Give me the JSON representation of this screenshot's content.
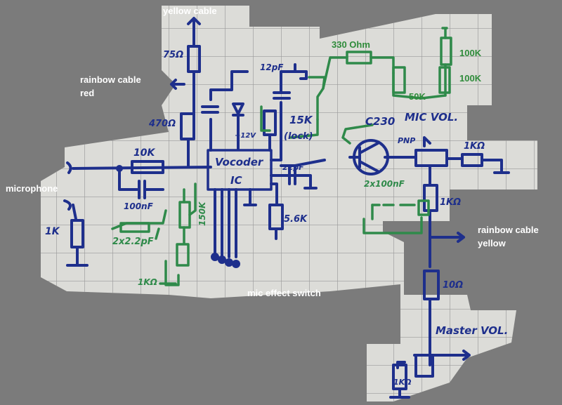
{
  "annotations": {
    "yellow_cable": "yellow cable",
    "rainbow_cable_red_1": "rainbow cable",
    "rainbow_cable_red_2": "red",
    "microphone": "microphone",
    "ohm_330": "330 Ohm",
    "k100_a": "100K",
    "k100_b": "100K",
    "rainbow_cable_yellow_1": "rainbow cable",
    "rainbow_cable_yellow_2": "yellow",
    "mic_effect_switch": "mic effect switch"
  },
  "handwritten": {
    "r_75": "75Ω",
    "r_470": "470Ω",
    "r_10k": "10K",
    "pf_12": "12pF",
    "r_15k": "15K",
    "lock": "(lock)",
    "v_12": "+12V",
    "vocoder_1": "Vocoder",
    "vocoder_2": "IC",
    "pf_22": "22pF",
    "nf_100": "100nF",
    "pf_2x22": "2x2.2pF",
    "r_5k6": "5.6K",
    "r_1k_left": "1K",
    "r_1k_bottom": "1KΩ",
    "r_150k": "150K",
    "c230": "C230",
    "mic_vol": "MIC VOL.",
    "pnp": "PNP",
    "k50": "50K",
    "r_1k_a": "1KΩ",
    "r_1k_b": "1KΩ",
    "nf_2x100": "2x100nF",
    "r_10": "10Ω",
    "master_vol": "Master VOL.",
    "r_1k_master": "1KΩ"
  },
  "colors": {
    "background": "#7b7b7b",
    "paper": "#dcdcd8",
    "grid": "#9a9a9a",
    "ink_blue": "#1e2f8c",
    "ink_green": "#2f8a4a",
    "label_white": "#ffffff",
    "label_green": "#2e8b3a"
  }
}
